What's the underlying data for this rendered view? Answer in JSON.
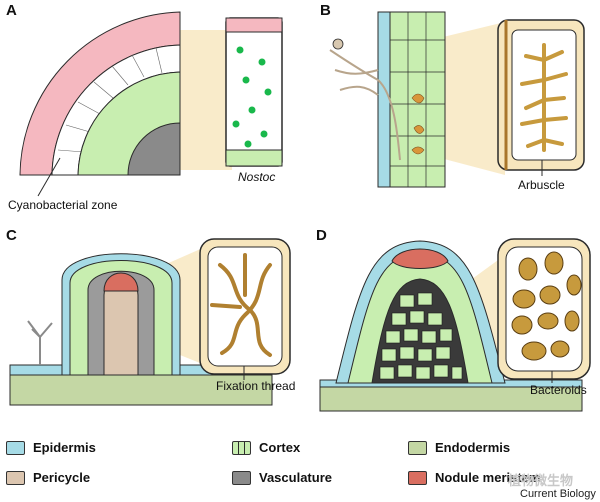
{
  "panels": {
    "a": {
      "label": "A",
      "caption": "Cyanobacterial zone",
      "inset_caption": "Nostoc"
    },
    "b": {
      "label": "B",
      "caption": "Arbuscle"
    },
    "c": {
      "label": "C",
      "caption": "Fixation thread"
    },
    "d": {
      "label": "D",
      "caption": "Bacteroids"
    }
  },
  "legend": [
    {
      "label": "Epidermis",
      "color": "#a6dbe6"
    },
    {
      "label": "Cortex",
      "color": "#c8eeb0"
    },
    {
      "label": "Endodermis",
      "color": "#c4d7a4"
    },
    {
      "label": "Pericycle",
      "color": "#dcc6b0"
    },
    {
      "label": "Vasculature",
      "color": "#8a8a8a"
    },
    {
      "label": "Nodule meristem",
      "color": "#d96e60"
    }
  ],
  "footer": "Current Biology",
  "watermark": "植物微生物",
  "colors": {
    "cortex": "#c8eeb0",
    "epidermis": "#a6dbe6",
    "pink": "#f5b8c0",
    "tan": "#f7e6bd",
    "brown": "#c79a3d",
    "nostoc": "#19b84b",
    "outline": "#2b2b2b"
  }
}
